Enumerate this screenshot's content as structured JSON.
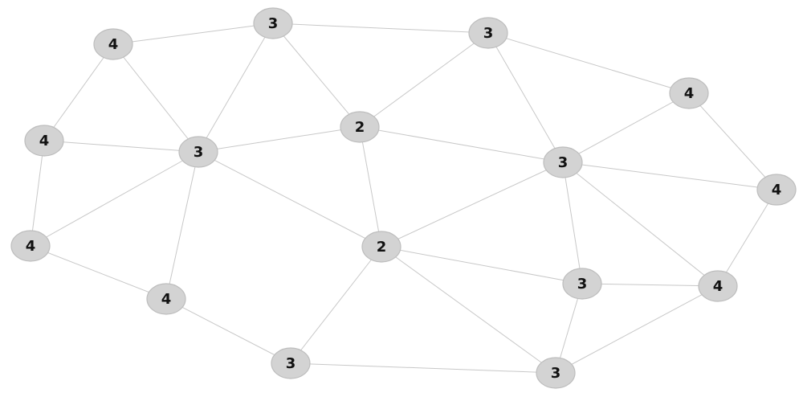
{
  "graph": {
    "nodes": [
      {
        "id": "n1",
        "label": "4"
      },
      {
        "id": "n2",
        "label": "3"
      },
      {
        "id": "n3",
        "label": "3"
      },
      {
        "id": "n4",
        "label": "4"
      },
      {
        "id": "n5",
        "label": "2"
      },
      {
        "id": "n6",
        "label": "4"
      },
      {
        "id": "n7",
        "label": "3"
      },
      {
        "id": "n8",
        "label": "3"
      },
      {
        "id": "n9",
        "label": "4"
      },
      {
        "id": "n10",
        "label": "4"
      },
      {
        "id": "n11",
        "label": "2"
      },
      {
        "id": "n12",
        "label": "3"
      },
      {
        "id": "n13",
        "label": "4"
      },
      {
        "id": "n14",
        "label": "4"
      },
      {
        "id": "n15",
        "label": "3"
      },
      {
        "id": "n16",
        "label": "3"
      }
    ],
    "edges": [
      [
        "n1",
        "n2"
      ],
      [
        "n1",
        "n6"
      ],
      [
        "n1",
        "n7"
      ],
      [
        "n2",
        "n3"
      ],
      [
        "n2",
        "n7"
      ],
      [
        "n2",
        "n5"
      ],
      [
        "n3",
        "n5"
      ],
      [
        "n3",
        "n8"
      ],
      [
        "n3",
        "n4"
      ],
      [
        "n4",
        "n8"
      ],
      [
        "n4",
        "n9"
      ],
      [
        "n6",
        "n7"
      ],
      [
        "n6",
        "n10"
      ],
      [
        "n7",
        "n5"
      ],
      [
        "n7",
        "n10"
      ],
      [
        "n7",
        "n13"
      ],
      [
        "n7",
        "n11"
      ],
      [
        "n5",
        "n8"
      ],
      [
        "n5",
        "n11"
      ],
      [
        "n8",
        "n9"
      ],
      [
        "n8",
        "n11"
      ],
      [
        "n8",
        "n12"
      ],
      [
        "n8",
        "n14"
      ],
      [
        "n9",
        "n14"
      ],
      [
        "n10",
        "n13"
      ],
      [
        "n11",
        "n12"
      ],
      [
        "n11",
        "n15"
      ],
      [
        "n11",
        "n16"
      ],
      [
        "n12",
        "n14"
      ],
      [
        "n12",
        "n16"
      ],
      [
        "n13",
        "n15"
      ],
      [
        "n14",
        "n16"
      ],
      [
        "n15",
        "n16"
      ]
    ]
  }
}
